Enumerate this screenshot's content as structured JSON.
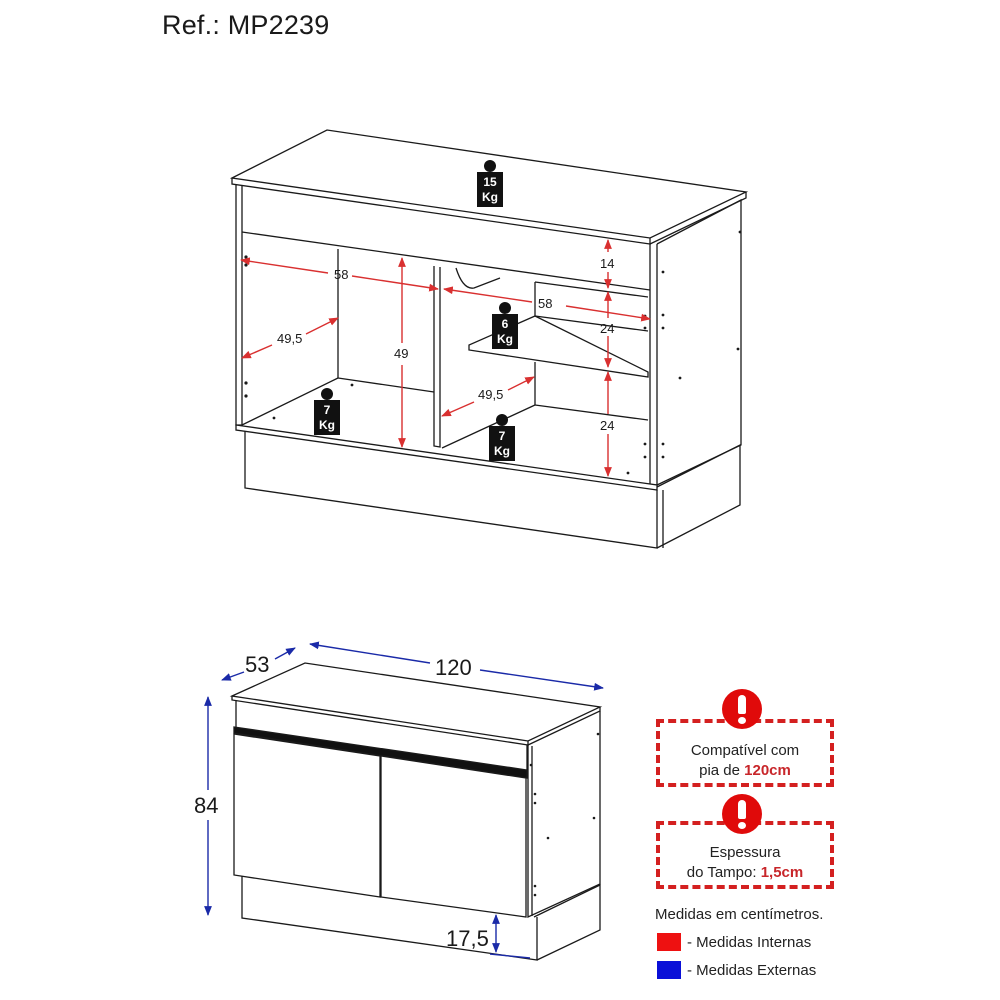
{
  "header": {
    "reference": "Ref.: MP2239"
  },
  "interior_view": {
    "weights": [
      {
        "value": "15",
        "unit": "Kg",
        "location": "top"
      },
      {
        "value": "6",
        "unit": "Kg",
        "location": "shelf"
      },
      {
        "value": "7",
        "unit": "Kg",
        "location": "left-floor"
      },
      {
        "value": "7",
        "unit": "Kg",
        "location": "right-floor"
      }
    ],
    "internal_dimensions": {
      "left_width": "58",
      "left_depth": "49,5",
      "left_height": "49",
      "right_width": "58",
      "right_depth": "49,5",
      "right_top_gap": "14",
      "right_upper_height": "24",
      "right_lower_height": "24"
    }
  },
  "exterior_view": {
    "external_dimensions": {
      "depth": "53",
      "width": "120",
      "height": "84",
      "plinth_height": "17,5"
    }
  },
  "notices": [
    {
      "line1": "Compatível com",
      "line2_prefix": "pia de ",
      "highlight": "120cm"
    },
    {
      "line1": "Espessura",
      "line2_prefix": "do Tampo: ",
      "highlight": "1,5cm"
    }
  ],
  "legend": {
    "title": "Medidas em centímetros.",
    "items": [
      {
        "label": "- Medidas Internas",
        "color": "#ee1111"
      },
      {
        "label": "- Medidas Externas",
        "color": "#0a10d8"
      }
    ]
  },
  "colors": {
    "internal": "#d93030",
    "external": "#1a2aa8",
    "warning": "#e00a0a"
  }
}
